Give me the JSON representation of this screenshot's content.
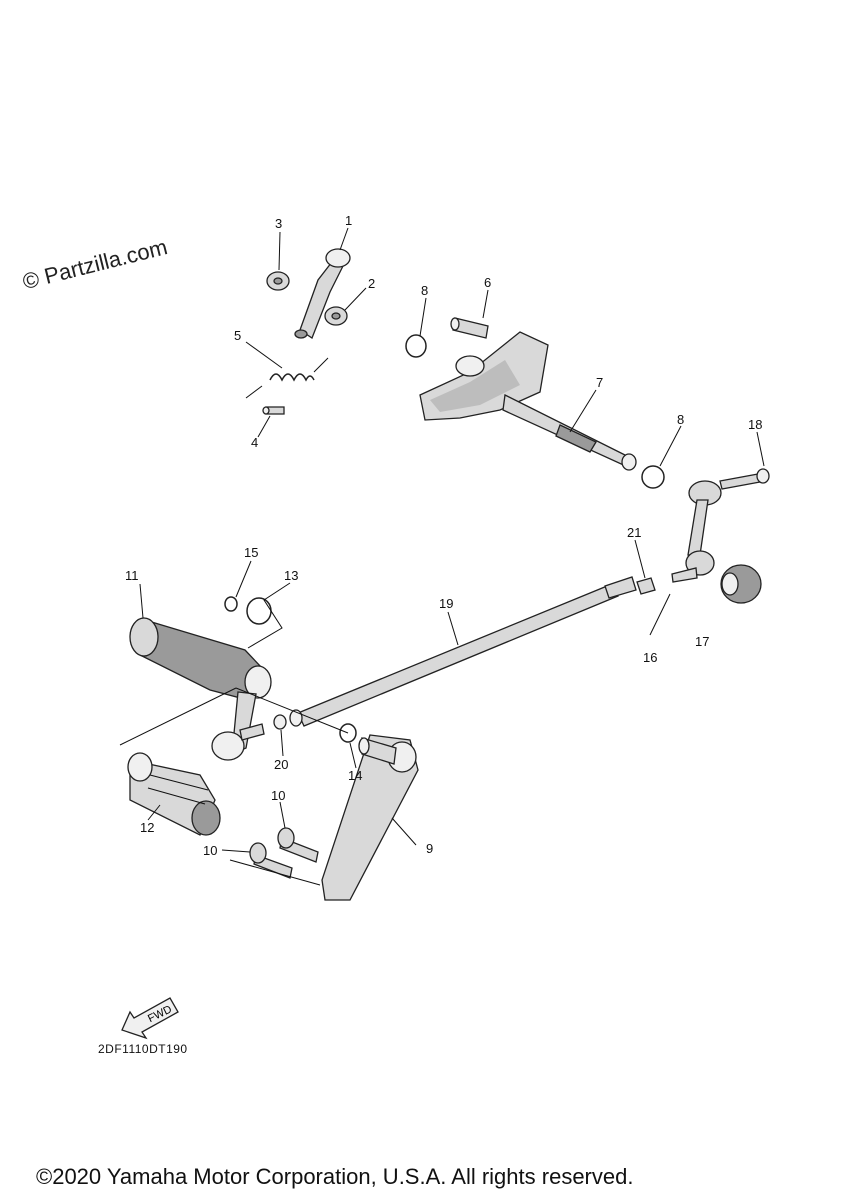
{
  "watermark": "© Partzilla.com",
  "diagram_code": "2DF1110DT190",
  "fwd_label": "FWD",
  "copyright": "©2020 Yamaha Motor Corporation, U.S.A. All rights reserved.",
  "callouts": [
    "1",
    "2",
    "3",
    "4",
    "5",
    "6",
    "7",
    "8",
    "8",
    "9",
    "10",
    "10",
    "11",
    "12",
    "13",
    "14",
    "15",
    "16",
    "17",
    "18",
    "19",
    "20",
    "21"
  ]
}
